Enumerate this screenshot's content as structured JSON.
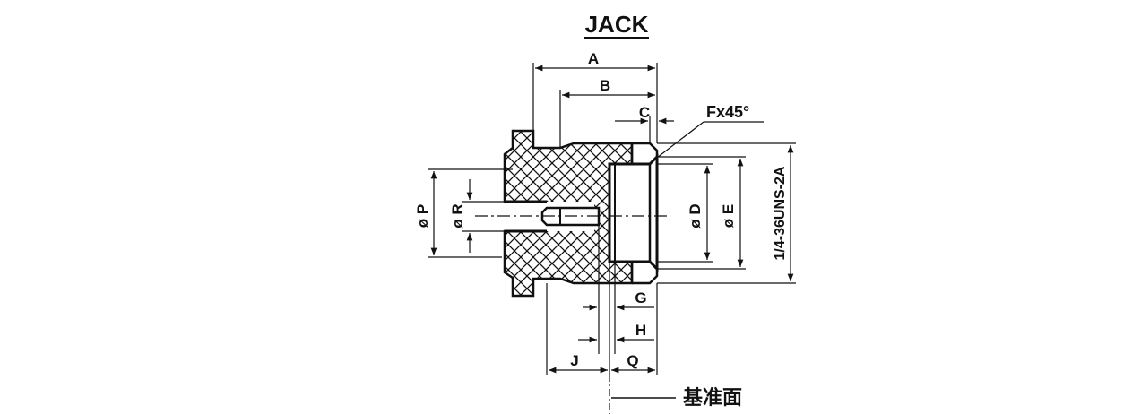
{
  "title": "JACK",
  "dimensions": {
    "A": "A",
    "B": "B",
    "C": "C",
    "chamfer": "Fx45°",
    "phi_P": "ø P",
    "phi_R": "ø R",
    "phi_D": "ø D",
    "phi_E": "ø E",
    "thread": "1/4-36UNS-2A",
    "G": "G",
    "H": "H",
    "J": "J",
    "Q": "Q"
  },
  "reference_plane": "基准面",
  "colors": {
    "line": "#111111",
    "background": "#ffffff"
  }
}
